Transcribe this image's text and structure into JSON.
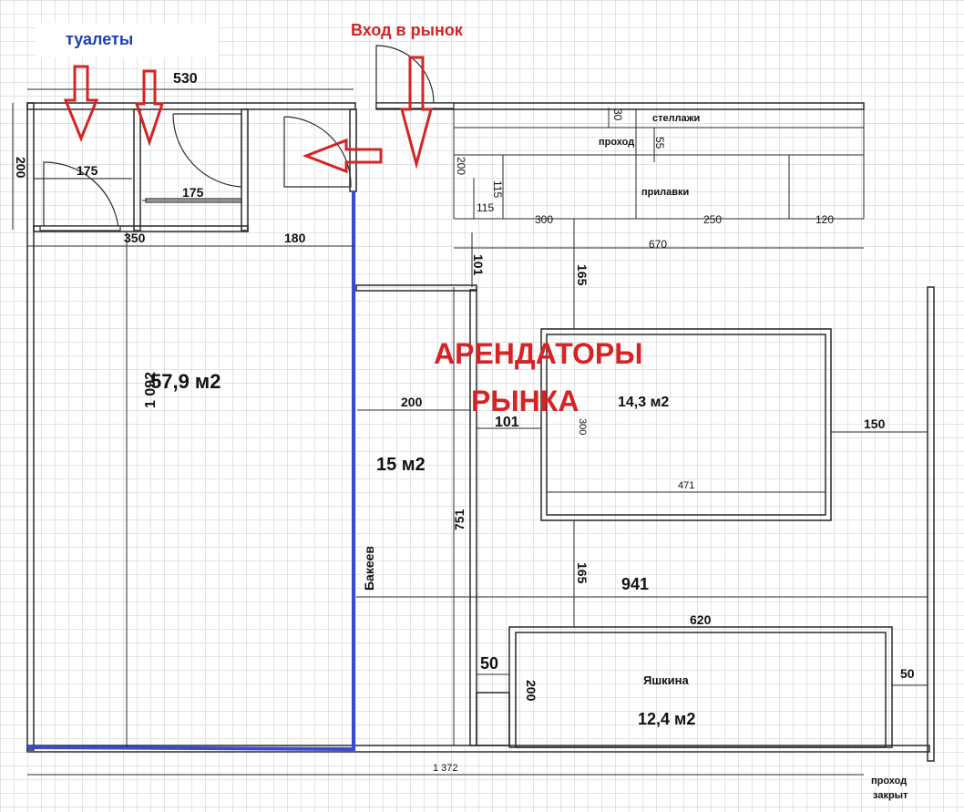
{
  "labels": {
    "toilets": "туалеты",
    "market_entrance": "Вход в рынок",
    "shelves": "стеллажи",
    "passage": "проход",
    "counters": "прилавки",
    "tenants_line1": "АРЕНДАТОРЫ",
    "tenants_line2": "РЫНКА",
    "bakeev": "Бакеев",
    "yashkina": "Яшкина",
    "passage_closed_1": "проход",
    "passage_closed_2": "закрыт"
  },
  "areas": {
    "main_room": "57,9 м2",
    "mid_room": "15 м2",
    "island": "14,3 м2",
    "yashkina_room": "12,4 м2"
  },
  "dimensions": {
    "top_530": "530",
    "left_200": "200",
    "toilet1_175": "175",
    "toilet2_175": "175",
    "d350": "350",
    "d180": "180",
    "vert_1092": "1 092",
    "d200_mid": "200",
    "vert_751": "751",
    "d30": "30",
    "d55": "55",
    "vert_200_counters": "200",
    "d115_v": "115",
    "d115_h": "115",
    "d300": "300",
    "d250": "250",
    "d120": "120",
    "d670": "670",
    "vert_101": "101",
    "vert_165_top": "165",
    "d101_h": "101",
    "vert_300": "300",
    "d471": "471",
    "d150": "150",
    "vert_165_bot": "165",
    "d941": "941",
    "d620": "620",
    "d50_left": "50",
    "vert_200_yashkina": "200",
    "d50_right": "50",
    "d1372": "1 372"
  },
  "colors": {
    "grid": "#c9c9c9",
    "wall": "#2a2a2a",
    "arrow": "#d62323",
    "partition": "#3a4bd0",
    "text_red": "#d62323",
    "text_blue": "#1d3fb0"
  }
}
